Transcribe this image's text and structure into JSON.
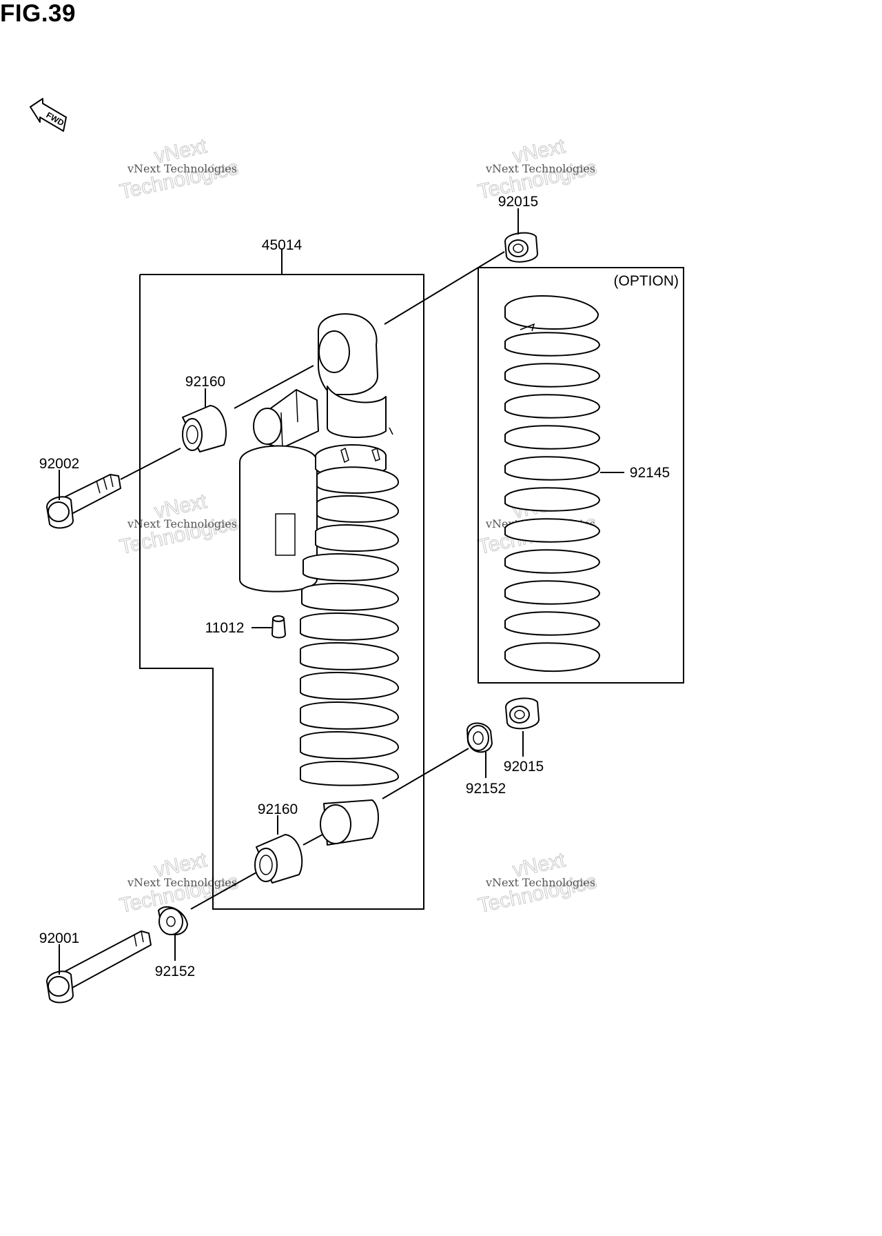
{
  "figure": {
    "title": "FIG.39",
    "fwd_badge": "FWD",
    "option_label": "(OPTION)"
  },
  "watermark": {
    "line1": "vNext Technologies",
    "line2": "vNext",
    "line3": "Technologies"
  },
  "callouts": [
    {
      "id": "45014"
    },
    {
      "id": "92015"
    },
    {
      "id": "92160"
    },
    {
      "id": "92002"
    },
    {
      "id": "11012"
    },
    {
      "id": "92145"
    },
    {
      "id": "92152"
    },
    {
      "id": "92015"
    },
    {
      "id": "92160"
    },
    {
      "id": "92001"
    },
    {
      "id": "92152"
    }
  ]
}
